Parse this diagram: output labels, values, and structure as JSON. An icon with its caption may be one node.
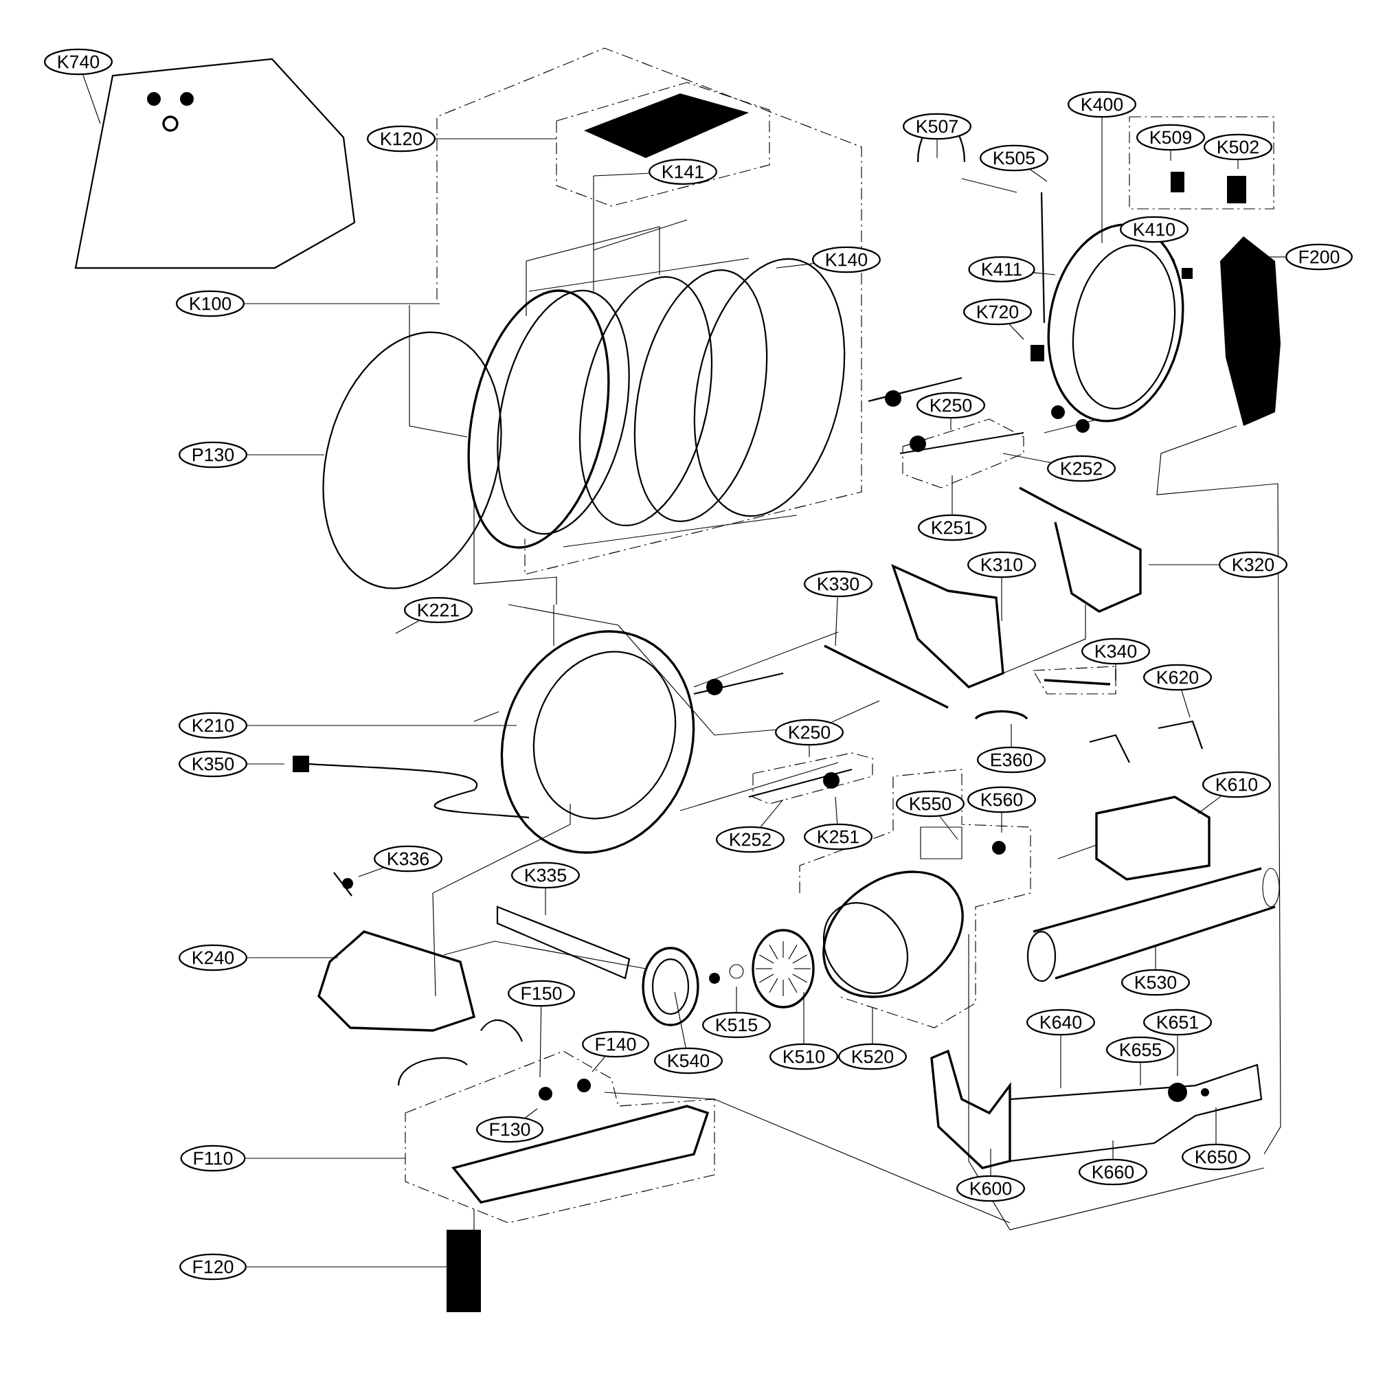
{
  "diagram": {
    "nodes": [
      {
        "text": [
          "K740"
        ]
      },
      {
        "text": [
          "K120"
        ]
      },
      {
        "text": [
          "K141"
        ]
      },
      {
        "text": [
          "K140"
        ]
      },
      {
        "text": [
          "K100"
        ]
      },
      {
        "text": [
          "P130"
        ]
      },
      {
        "text": [
          "K507"
        ]
      },
      {
        "text": [
          "K400"
        ]
      },
      {
        "text": [
          "K509"
        ]
      },
      {
        "text": [
          "K502"
        ]
      },
      {
        "text": [
          "K505"
        ]
      },
      {
        "text": [
          "K410"
        ]
      },
      {
        "text": [
          "F200"
        ]
      },
      {
        "text": [
          "K411"
        ]
      },
      {
        "text": [
          "K720"
        ]
      },
      {
        "text": [
          "K250"
        ]
      },
      {
        "text": [
          "K252"
        ]
      },
      {
        "text": [
          "K251"
        ]
      },
      {
        "text": [
          "K320"
        ]
      },
      {
        "text": [
          "K221"
        ]
      },
      {
        "text": [
          "K330"
        ]
      },
      {
        "text": [
          "K310"
        ]
      },
      {
        "text": [
          "K340"
        ]
      },
      {
        "text": [
          "K620"
        ]
      },
      {
        "text": [
          "K210"
        ]
      },
      {
        "text": [
          "K250"
        ]
      },
      {
        "text": [
          "E360"
        ]
      },
      {
        "text": [
          "K350"
        ]
      },
      {
        "text": [
          "K610"
        ]
      },
      {
        "text": [
          "K550"
        ]
      },
      {
        "text": [
          "K560"
        ]
      },
      {
        "text": [
          "K252"
        ]
      },
      {
        "text": [
          "K251"
        ]
      },
      {
        "text": [
          "K336"
        ]
      },
      {
        "text": [
          "K335"
        ]
      },
      {
        "text": [
          "K240"
        ]
      },
      {
        "text": [
          "K530"
        ]
      },
      {
        "text": [
          "K515"
        ]
      },
      {
        "text": [
          "F150"
        ]
      },
      {
        "text": [
          "K640"
        ]
      },
      {
        "text": [
          "K651"
        ]
      },
      {
        "text": [
          "F140"
        ]
      },
      {
        "text": [
          "K540"
        ]
      },
      {
        "text": [
          "K510"
        ]
      },
      {
        "text": [
          "K520"
        ]
      },
      {
        "text": [
          "K655"
        ]
      },
      {
        "text": [
          "F130"
        ]
      },
      {
        "text": [
          "F110"
        ]
      },
      {
        "text": [
          "K650"
        ]
      },
      {
        "text": [
          "K660"
        ]
      },
      {
        "text": [
          "K600"
        ]
      },
      {
        "text": [
          "F120"
        ]
      }
    ],
    "edges": [
      {
        "from": 0,
        "to": null,
        "arrow": "none"
      },
      {
        "from": 1,
        "to": null,
        "arrow": "none"
      },
      {
        "from": 2,
        "to": null,
        "arrow": "none"
      },
      {
        "from": 3,
        "to": null,
        "arrow": "none"
      },
      {
        "from": 4,
        "to": null,
        "arrow": "none"
      },
      {
        "from": 5,
        "to": null,
        "arrow": "none"
      },
      {
        "from": 6,
        "to": null,
        "arrow": "none"
      },
      {
        "from": 7,
        "to": null,
        "arrow": "none"
      },
      {
        "from": 8,
        "to": null,
        "arrow": "none"
      },
      {
        "from": 9,
        "to": null,
        "arrow": "none"
      },
      {
        "from": 10,
        "to": null,
        "arrow": "none"
      },
      {
        "from": 11,
        "to": null,
        "arrow": "none"
      },
      {
        "from": 12,
        "to": null,
        "arrow": "none"
      },
      {
        "from": 13,
        "to": null,
        "arrow": "none"
      },
      {
        "from": 14,
        "to": null,
        "arrow": "none"
      },
      {
        "from": 15,
        "to": null,
        "arrow": "none"
      },
      {
        "from": 16,
        "to": null,
        "arrow": "none"
      },
      {
        "from": 17,
        "to": null,
        "arrow": "none"
      },
      {
        "from": 18,
        "to": null,
        "arrow": "none"
      },
      {
        "from": 19,
        "to": null,
        "arrow": "none"
      },
      {
        "from": 20,
        "to": null,
        "arrow": "none"
      },
      {
        "from": 21,
        "to": null,
        "arrow": "none"
      },
      {
        "from": 22,
        "to": null,
        "arrow": "none"
      },
      {
        "from": 23,
        "to": null,
        "arrow": "none"
      },
      {
        "from": 24,
        "to": null,
        "arrow": "none"
      },
      {
        "from": 25,
        "to": null,
        "arrow": "none"
      },
      {
        "from": 26,
        "to": null,
        "arrow": "none"
      },
      {
        "from": 27,
        "to": null,
        "arrow": "none"
      },
      {
        "from": 28,
        "to": null,
        "arrow": "none"
      },
      {
        "from": 29,
        "to": null,
        "arrow": "none"
      },
      {
        "from": 30,
        "to": null,
        "arrow": "none"
      },
      {
        "from": 31,
        "to": null,
        "arrow": "none"
      },
      {
        "from": 32,
        "to": null,
        "arrow": "none"
      },
      {
        "from": 33,
        "to": null,
        "arrow": "none"
      },
      {
        "from": 34,
        "to": null,
        "arrow": "none"
      },
      {
        "from": 35,
        "to": null,
        "arrow": "none"
      },
      {
        "from": 36,
        "to": null,
        "arrow": "none"
      },
      {
        "from": 37,
        "to": null,
        "arrow": "none"
      },
      {
        "from": 38,
        "to": null,
        "arrow": "none"
      },
      {
        "from": 39,
        "to": null,
        "arrow": "none"
      },
      {
        "from": 40,
        "to": null,
        "arrow": "none"
      },
      {
        "from": 41,
        "to": null,
        "arrow": "none"
      },
      {
        "from": 42,
        "to": null,
        "arrow": "none"
      },
      {
        "from": 43,
        "to": null,
        "arrow": "none"
      },
      {
        "from": 44,
        "to": null,
        "arrow": "none"
      },
      {
        "from": 45,
        "to": null,
        "arrow": "none"
      },
      {
        "from": 46,
        "to": null,
        "arrow": "none"
      },
      {
        "from": 47,
        "to": null,
        "arrow": "none"
      },
      {
        "from": 48,
        "to": null,
        "arrow": "none"
      },
      {
        "from": 49,
        "to": null,
        "arrow": "none"
      },
      {
        "from": 50,
        "to": null,
        "arrow": "none"
      },
      {
        "from": 51,
        "to": null,
        "arrow": "none"
      }
    ]
  }
}
